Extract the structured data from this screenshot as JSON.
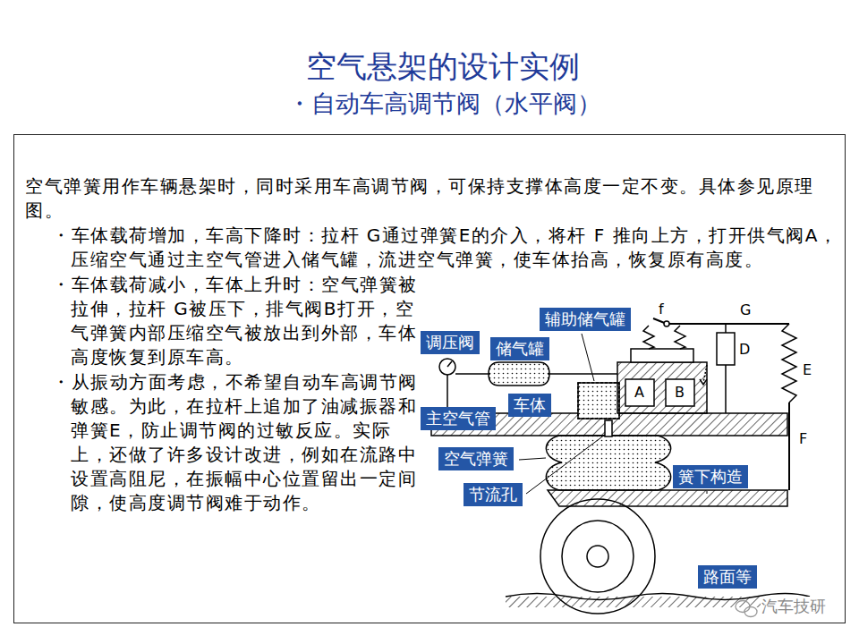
{
  "diagram": {
    "title": "空气悬架的设计实例",
    "nodes": [
      {
        "text": [
          "空气弹簧用作车辆悬架时，同时采用车高调节阀，可保持支撑体高度一定不变。具体参见原理图。",
          "・车体载荷增加，车高下降时：拉杆 G通过弹簧E的介入，将杆 F 推向上方，打开供气阀A，压缩空气通过主空气管进入储气罐，流进空气弹簧，使车体抬高，恢复原有高度。",
          "・车体载荷减小，车体上升时：空气弹簧被拉伸，拉杆 G被压下，排气阀B打开，空气弹簧内部压缩空气被放出到外部，车体高度恢复到原车高。",
          "・从振动方面考虑，不希望自动车高调节阀敏感。为此，在拉杆上追加了油减振器和弹簧E，防止调节阀的过敏反应。实际上，还做了许多设计改进，例如在流路中设置高阻尼，在振幅中心位置留出一定间隙，使高度调节阀难于动作。"
        ]
      },
      {
        "text": [
          "辅助储气罐"
        ],
        "in": 0
      },
      {
        "text": [
          "调压阀"
        ],
        "in": 0
      },
      {
        "text": [
          "储气罐"
        ],
        "in": 0
      },
      {
        "text": [
          "车体"
        ],
        "in": 0
      },
      {
        "text": [
          "主空气管"
        ],
        "in": 0
      },
      {
        "text": [
          "空气弹簧"
        ],
        "in": 0
      },
      {
        "text": [
          "簧下构造"
        ],
        "in": 0
      },
      {
        "text": [
          "节流孔"
        ],
        "in": 0
      },
      {
        "text": [
          "路面等"
        ],
        "in": 0
      }
    ],
    "labels": [
      "・自动车高调节阀（水平阀）",
      "f",
      "G",
      "E",
      "F",
      "A",
      "B",
      "D",
      "汽车技研"
    ]
  }
}
